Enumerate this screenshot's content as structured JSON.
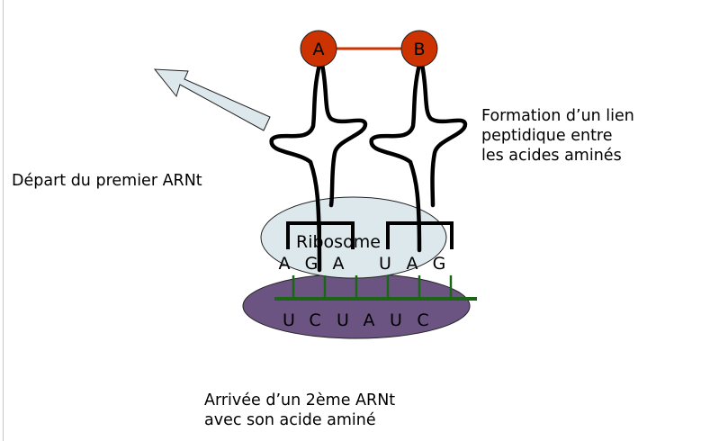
{
  "diagram": {
    "title": "Formation d'un lien peptidique (traduction)",
    "amino_acids": [
      {
        "id": "A",
        "label": "A",
        "color": "#cc3300"
      },
      {
        "id": "B",
        "label": "B",
        "color": "#cc3300"
      }
    ],
    "peptide_bond_color": "#cc3300",
    "ribosome": {
      "label": "Ribosome",
      "color": "#dde8ed"
    },
    "mrna_subunit_color": "#6b5482",
    "mrna_line_color": "#1a6614",
    "anticodons": [
      {
        "trna": "1",
        "bases": [
          "A",
          "G",
          "A"
        ]
      },
      {
        "trna": "2",
        "bases": [
          "U",
          "A",
          "G"
        ]
      }
    ],
    "codons": [
      "U",
      "C",
      "U",
      "A",
      "U",
      "C"
    ],
    "labels": {
      "depart": "Départ du premier ARNt",
      "formation": "Formation d’un lien\npeptidique entre\nles acides aminés",
      "arrivee": "Arrivée d’un 2ème ARNt\navec son acide aminé"
    },
    "arrow": {
      "meaning": "departure-direction",
      "fill": "#dde8ed"
    }
  }
}
